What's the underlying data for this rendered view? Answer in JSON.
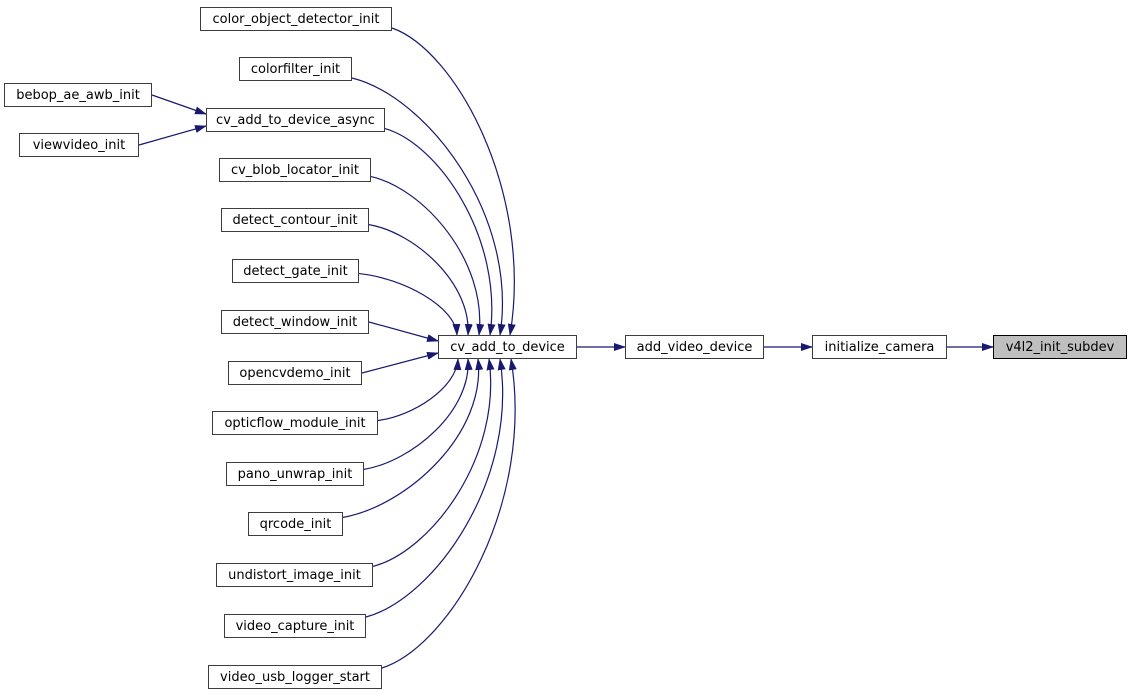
{
  "diagram": {
    "type": "call-graph",
    "edge_color": "#191970",
    "node_fill": "#ffffff",
    "node_border_color": "#3d3d3d",
    "highlight_fill": "#bfbfbf",
    "nodes": [
      {
        "id": "color_object_detector_init",
        "label": "color_object_detector_init",
        "highlighted": false
      },
      {
        "id": "colorfilter_init",
        "label": "colorfilter_init",
        "highlighted": false
      },
      {
        "id": "bebop_ae_awb_init",
        "label": "bebop_ae_awb_init",
        "highlighted": false
      },
      {
        "id": "cv_add_to_device_async",
        "label": "cv_add_to_device_async",
        "highlighted": false
      },
      {
        "id": "viewvideo_init",
        "label": "viewvideo_init",
        "highlighted": false
      },
      {
        "id": "cv_blob_locator_init",
        "label": "cv_blob_locator_init",
        "highlighted": false
      },
      {
        "id": "detect_contour_init",
        "label": "detect_contour_init",
        "highlighted": false
      },
      {
        "id": "detect_gate_init",
        "label": "detect_gate_init",
        "highlighted": false
      },
      {
        "id": "detect_window_init",
        "label": "detect_window_init",
        "highlighted": false
      },
      {
        "id": "opencvdemo_init",
        "label": "opencvdemo_init",
        "highlighted": false
      },
      {
        "id": "opticflow_module_init",
        "label": "opticflow_module_init",
        "highlighted": false
      },
      {
        "id": "pano_unwrap_init",
        "label": "pano_unwrap_init",
        "highlighted": false
      },
      {
        "id": "qrcode_init",
        "label": "qrcode_init",
        "highlighted": false
      },
      {
        "id": "undistort_image_init",
        "label": "undistort_image_init",
        "highlighted": false
      },
      {
        "id": "video_capture_init",
        "label": "video_capture_init",
        "highlighted": false
      },
      {
        "id": "video_usb_logger_start",
        "label": "video_usb_logger_start",
        "highlighted": false
      },
      {
        "id": "cv_add_to_device",
        "label": "cv_add_to_device",
        "highlighted": false
      },
      {
        "id": "add_video_device",
        "label": "add_video_device",
        "highlighted": false
      },
      {
        "id": "initialize_camera",
        "label": "initialize_camera",
        "highlighted": false
      },
      {
        "id": "v4l2_init_subdev",
        "label": "v4l2_init_subdev",
        "highlighted": true
      }
    ],
    "edges": [
      {
        "from": "bebop_ae_awb_init",
        "to": "cv_add_to_device_async"
      },
      {
        "from": "viewvideo_init",
        "to": "cv_add_to_device_async"
      },
      {
        "from": "color_object_detector_init",
        "to": "cv_add_to_device"
      },
      {
        "from": "colorfilter_init",
        "to": "cv_add_to_device"
      },
      {
        "from": "cv_add_to_device_async",
        "to": "cv_add_to_device"
      },
      {
        "from": "cv_blob_locator_init",
        "to": "cv_add_to_device"
      },
      {
        "from": "detect_contour_init",
        "to": "cv_add_to_device"
      },
      {
        "from": "detect_gate_init",
        "to": "cv_add_to_device"
      },
      {
        "from": "detect_window_init",
        "to": "cv_add_to_device"
      },
      {
        "from": "opencvdemo_init",
        "to": "cv_add_to_device"
      },
      {
        "from": "opticflow_module_init",
        "to": "cv_add_to_device"
      },
      {
        "from": "pano_unwrap_init",
        "to": "cv_add_to_device"
      },
      {
        "from": "qrcode_init",
        "to": "cv_add_to_device"
      },
      {
        "from": "undistort_image_init",
        "to": "cv_add_to_device"
      },
      {
        "from": "video_capture_init",
        "to": "cv_add_to_device"
      },
      {
        "from": "video_usb_logger_start",
        "to": "cv_add_to_device"
      },
      {
        "from": "cv_add_to_device",
        "to": "add_video_device"
      },
      {
        "from": "add_video_device",
        "to": "initialize_camera"
      },
      {
        "from": "initialize_camera",
        "to": "v4l2_init_subdev"
      }
    ]
  }
}
